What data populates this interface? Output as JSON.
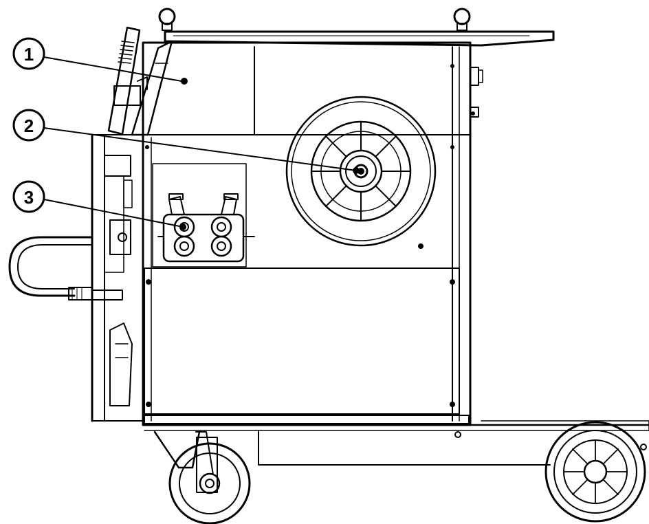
{
  "callouts": [
    {
      "label": "1"
    },
    {
      "label": "2"
    },
    {
      "label": "3"
    }
  ],
  "colors": {
    "stroke": "#000000",
    "fill": "#ffffff"
  }
}
